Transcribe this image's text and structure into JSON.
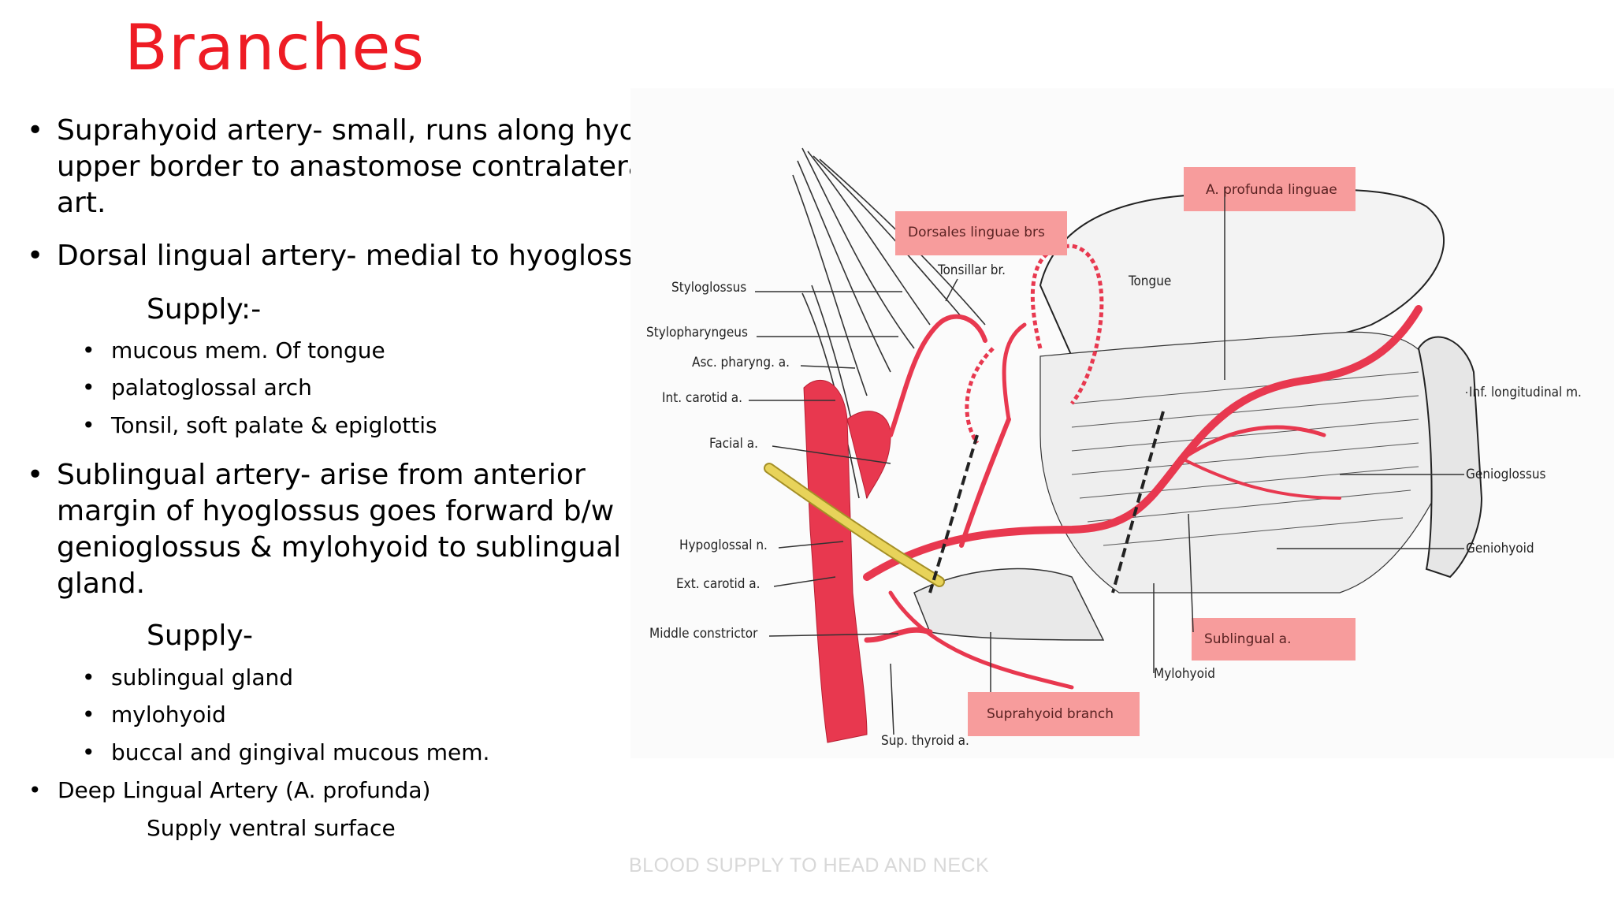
{
  "title": "Branches",
  "bullets": [
    {
      "lines": [
        "Suprahyoid artery- small, runs along hyoid’s",
        "upper border to anastomose contralateral",
        "art."
      ]
    },
    {
      "lines": [
        "Dorsal lingual artery- medial to hyoglossus"
      ],
      "supply_label": "Supply:-",
      "sub": [
        "mucous mem. Of tongue",
        "palatoglossal arch",
        "Tonsil, soft palate & epiglottis"
      ]
    },
    {
      "lines": [
        "Sublingual artery- arise from anterior",
        "margin of hyoglossus goes forward b/w",
        "genioglossus & mylohyoid to sublingual",
        "gland."
      ],
      "supply_label": "Supply-",
      "sub": [
        "sublingual gland",
        "mylohyoid",
        "buccal and gingival mucous mem."
      ]
    },
    {
      "lines": [
        "Deep Lingual Artery (A. profunda)"
      ],
      "supply_label": "Supply ventral surface"
    }
  ],
  "footer": "BLOOD SUPPLY TO HEAD AND NECK",
  "diagram": {
    "labels_left": [
      "Styloglossus",
      "Stylopharyngeus",
      "Asc. pharyng. a.",
      "Int. carotid a.",
      "Facial a.",
      "Hypoglossal n.",
      "Ext. carotid a.",
      "Middle constrictor",
      "Sup. thyroid a."
    ],
    "labels_top": [
      "Tonsillar br.",
      "Tongue"
    ],
    "labels_right": [
      "Inf. longitudinal m.",
      "Genioglossus",
      "Geniohyoid",
      "Mylohyoid"
    ],
    "highlighted": [
      "A. profunda linguae",
      "Dorsales linguae brs",
      "Sublingual a.",
      "Suprahyoid branch"
    ],
    "colors": {
      "artery": "#e8384f",
      "highlight": "#f79c9c",
      "nerve": "#e8d35a",
      "title": "#ee1c24"
    }
  }
}
